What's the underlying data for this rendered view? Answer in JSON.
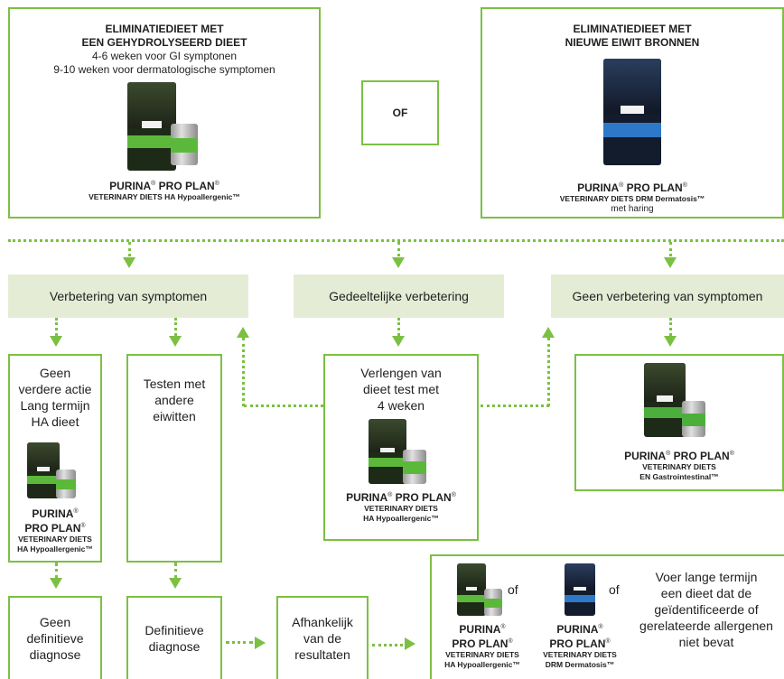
{
  "top_left": {
    "title_line1": "ELIMINATIEDIEET MET",
    "title_line2": "EEN GEHYDROLYSEERD DIEET",
    "line3": "4-6 weken voor GI symptonen",
    "line4": "9-10 weken voor dermatologische symptomen",
    "brand": "PURINA",
    "brand2": "PRO PLAN",
    "product": "VETERINARY DIETS HA Hypoallergenic™"
  },
  "or_box": {
    "label": "OF"
  },
  "top_right": {
    "title_line1": "ELIMINATIEDIEET MET",
    "title_line2": "NIEUWE EIWIT BRONNEN",
    "brand": "PURINA",
    "brand2": "PRO PLAN",
    "product": "VETERINARY DIETS DRM Dermatosis™",
    "extra": "met haring"
  },
  "bands": {
    "improve": "Verbetering van symptomen",
    "partial": "Gedeeltelijke verbetering",
    "none": "Geen verbetering van symptomen"
  },
  "no_action": {
    "line1": "Geen",
    "line2": "verdere actie",
    "line3": "Lang termijn",
    "line4": "HA dieet",
    "brand": "PURINA",
    "brand2": "PRO PLAN",
    "product_line1": "VETERINARY DIETS",
    "product_line2": "HA Hypoallergenic™"
  },
  "test_other": {
    "line1": "Testen met",
    "line2": "andere",
    "line3": "eiwitten"
  },
  "extend": {
    "line1": "Verlengen van",
    "line2": "dieet test met",
    "line3": "4 weken",
    "brand": "PURINA",
    "brand2": "PRO PLAN",
    "product_line1": "VETERINARY DIETS",
    "product_line2": "HA Hypoallergenic™"
  },
  "gastro": {
    "brand": "PURINA",
    "brand2": "PRO PLAN",
    "product_line1": "VETERINARY DIETS",
    "product_line2": "EN Gastrointestinal™"
  },
  "no_diag": {
    "line1": "Geen",
    "line2": "definitieve",
    "line3": "diagnose"
  },
  "def_diag": {
    "line1": "Definitieve",
    "line2": "diagnose"
  },
  "depends": {
    "line1": "Afhankelijk",
    "line2": "van de",
    "line3": "resultaten"
  },
  "final": {
    "ha_brand": "PURINA",
    "ha_brand2": "PRO PLAN",
    "ha_product_line1": "VETERINARY DIETS",
    "ha_product_line2": "HA Hypoallergenic™",
    "of1": "of",
    "drm_brand": "PURINA",
    "drm_brand2": "PRO PLAN",
    "drm_product_line1": "VETERINARY DIETS",
    "drm_product_line2": "DRM Dermatosis™",
    "of2": "of",
    "text_line1": "Voer lange termijn",
    "text_line2": "een dieet dat de",
    "text_line3": "geïdentificeerde of",
    "text_line4": "gerelateerde allergenen",
    "text_line5": "niet bevat"
  },
  "icons": {
    "bag_ha": "purina-ha-bag-image",
    "can_ha": "purina-ha-can-image",
    "bag_drm": "purina-drm-bag-image",
    "bag_en": "purina-en-bag-image",
    "can_en": "purina-en-can-image"
  },
  "colors": {
    "accent_green": "#7cc043",
    "band_bg": "#e5ecd6",
    "ha_label": "#5cb83a",
    "drm_label": "#2e78c8"
  }
}
